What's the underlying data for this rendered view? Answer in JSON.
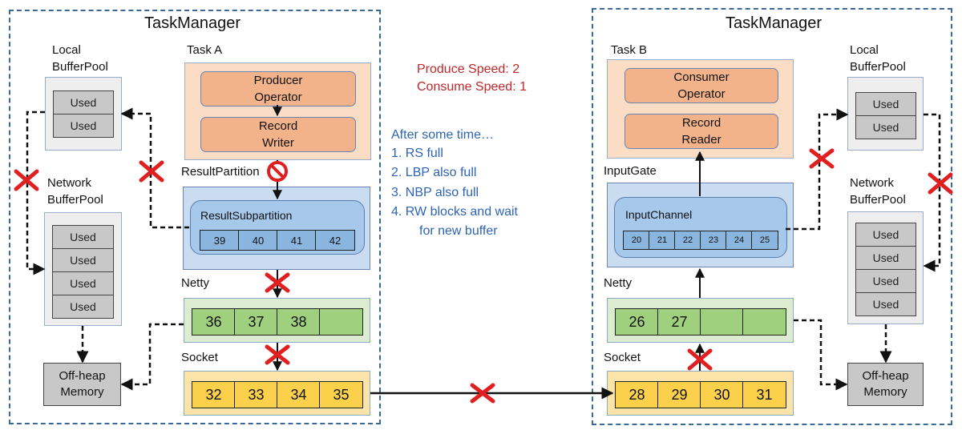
{
  "left_tm": {
    "title": "TaskManager",
    "local_pool": {
      "label_line1": "Local",
      "label_line2": "BufferPool",
      "slots": [
        "Used",
        "Used"
      ]
    },
    "network_pool": {
      "label_line1": "Network",
      "label_line2": "BufferPool",
      "slots": [
        "Used",
        "Used",
        "Used",
        "Used"
      ]
    },
    "offheap": {
      "line1": "Off-heap",
      "line2": "Memory"
    },
    "task_label": "Task A",
    "producer": {
      "line1": "Producer",
      "line2": "Operator"
    },
    "writer": {
      "line1": "Record",
      "line2": "Writer"
    },
    "result_partition_label": "ResultPartition",
    "subpartition_label": "ResultSubpartition",
    "subpartition_buffers": [
      "39",
      "40",
      "41",
      "42"
    ],
    "netty_label": "Netty",
    "netty_buffers": [
      "36",
      "37",
      "38",
      ""
    ],
    "socket_label": "Socket",
    "socket_buffers": [
      "32",
      "33",
      "34",
      "35"
    ]
  },
  "right_tm": {
    "title": "TaskManager",
    "local_pool": {
      "label_line1": "Local",
      "label_line2": "BufferPool",
      "slots": [
        "Used",
        "Used"
      ]
    },
    "network_pool": {
      "label_line1": "Network",
      "label_line2": "BufferPool",
      "slots": [
        "Used",
        "Used",
        "Used",
        "Used"
      ]
    },
    "offheap": {
      "line1": "Off-heap",
      "line2": "Memory"
    },
    "task_label": "Task B",
    "consumer": {
      "line1": "Consumer",
      "line2": "Operator"
    },
    "reader": {
      "line1": "Record",
      "line2": "Reader"
    },
    "input_gate_label": "InputGate",
    "channel_label": "InputChannel",
    "channel_buffers": [
      "20",
      "21",
      "22",
      "23",
      "24",
      "25"
    ],
    "netty_label": "Netty",
    "netty_buffers": [
      "26",
      "27",
      "",
      ""
    ],
    "socket_label": "Socket",
    "socket_buffers": [
      "28",
      "29",
      "30",
      "31"
    ]
  },
  "speeds": {
    "produce": "Produce Speed:   2",
    "consume": "Consume Speed:  1"
  },
  "notes": {
    "heading": "After some time…",
    "items": [
      "1.   RS full",
      "2.   LBP also full",
      "3.   NBP also full",
      "4.   RW blocks and wait",
      "for new buffer"
    ]
  },
  "colors": {
    "blocked_mark": "#e02020",
    "dashed_border": "#3a6a9a",
    "note_text": "#2e64b4",
    "speed_text": "#c0282c"
  }
}
